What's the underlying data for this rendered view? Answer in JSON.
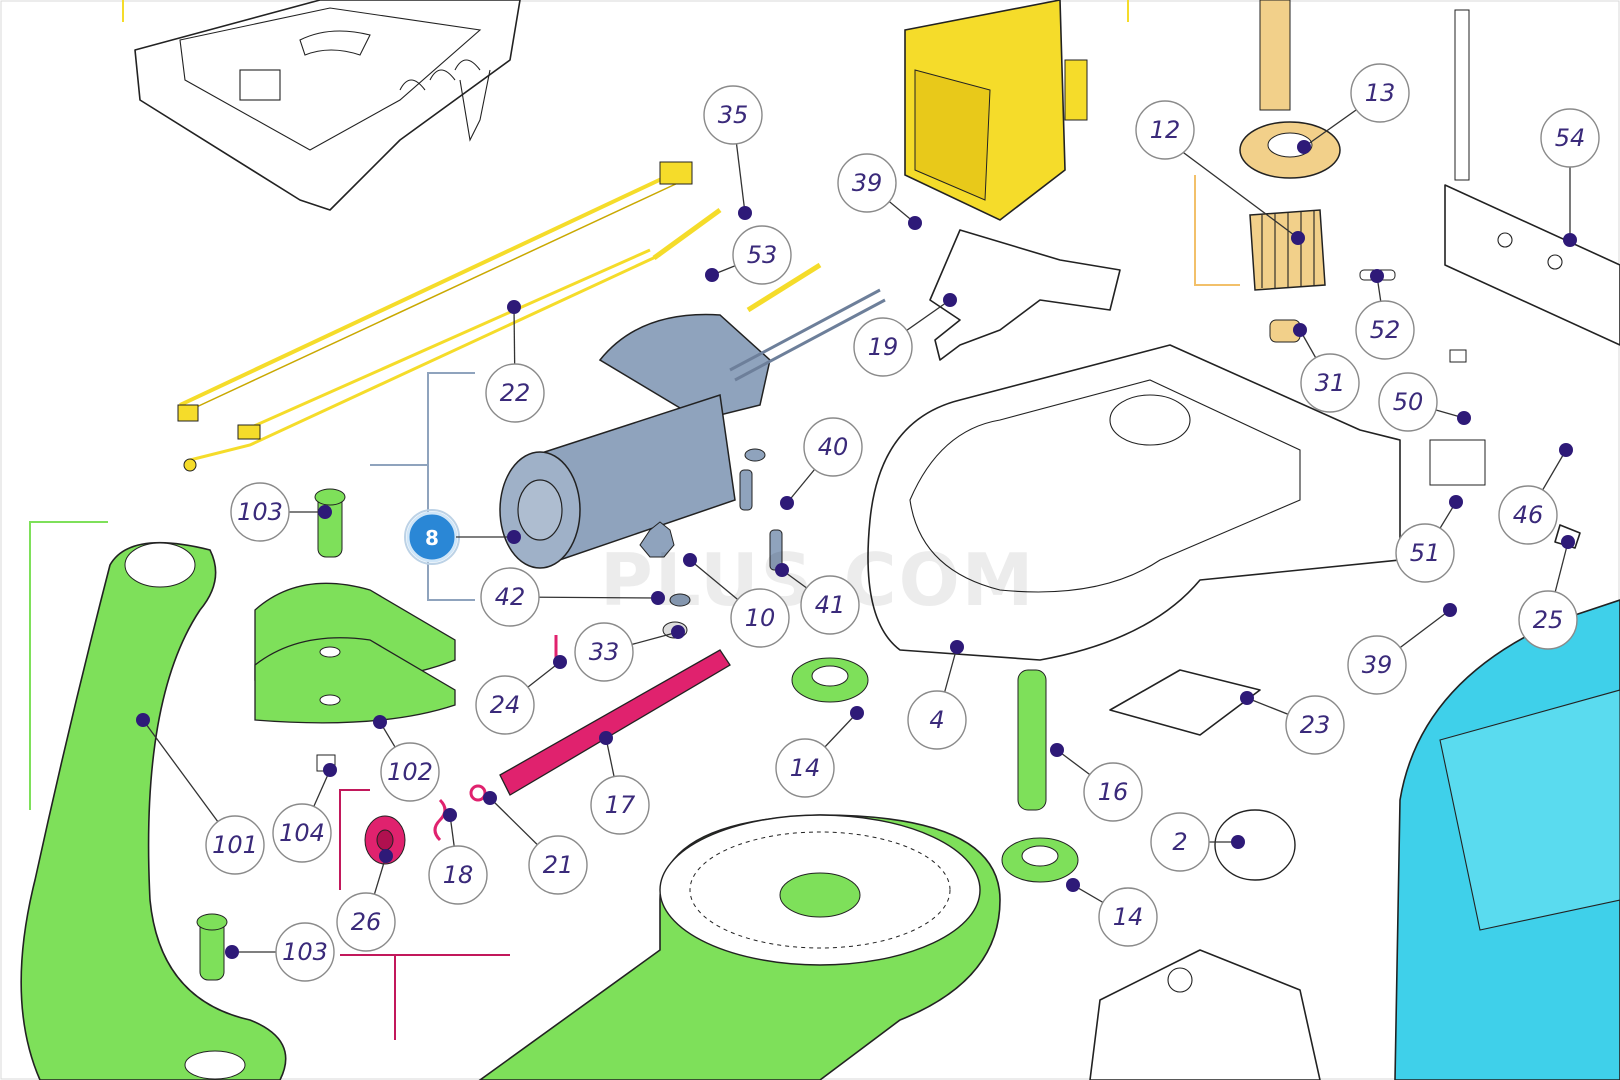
{
  "diagram": {
    "watermark": "PLUS.COM",
    "colors": {
      "motor": "#8fa3bd",
      "transformer": "#f5dc2a",
      "pinion_bronze": "#f2d08a",
      "green_parts": "#7ee05a",
      "red_parts": "#e0226e",
      "cyan_cover": "#3fd0ea",
      "callout_text": "#3a2a7a",
      "dot": "#2e1a78",
      "highlight_badge": "#2a87d6"
    },
    "callouts": [
      {
        "id": "c35",
        "label": "35"
      },
      {
        "id": "c53",
        "label": "53"
      },
      {
        "id": "c22",
        "label": "22"
      },
      {
        "id": "c39a",
        "label": "39"
      },
      {
        "id": "c19",
        "label": "19"
      },
      {
        "id": "c12",
        "label": "12"
      },
      {
        "id": "c13",
        "label": "13"
      },
      {
        "id": "c54",
        "label": "54"
      },
      {
        "id": "c52",
        "label": "52"
      },
      {
        "id": "c31",
        "label": "31"
      },
      {
        "id": "c50",
        "label": "50"
      },
      {
        "id": "c46",
        "label": "46"
      },
      {
        "id": "c51",
        "label": "51"
      },
      {
        "id": "c25",
        "label": "25"
      },
      {
        "id": "c39b",
        "label": "39"
      },
      {
        "id": "c40",
        "label": "40"
      },
      {
        "id": "c41",
        "label": "41"
      },
      {
        "id": "c10",
        "label": "10"
      },
      {
        "id": "c42",
        "label": "42"
      },
      {
        "id": "c103a",
        "label": "103"
      },
      {
        "id": "c33",
        "label": "33"
      },
      {
        "id": "c24",
        "label": "24"
      },
      {
        "id": "c4",
        "label": "4"
      },
      {
        "id": "c23",
        "label": "23"
      },
      {
        "id": "c14a",
        "label": "14"
      },
      {
        "id": "c17",
        "label": "17"
      },
      {
        "id": "c16",
        "label": "16"
      },
      {
        "id": "c102",
        "label": "102"
      },
      {
        "id": "c101",
        "label": "101"
      },
      {
        "id": "c104",
        "label": "104"
      },
      {
        "id": "c18",
        "label": "18"
      },
      {
        "id": "c21",
        "label": "21"
      },
      {
        "id": "c26",
        "label": "26"
      },
      {
        "id": "c2",
        "label": "2"
      },
      {
        "id": "c14b",
        "label": "14"
      },
      {
        "id": "c103b",
        "label": "103"
      }
    ],
    "highlight_badge": {
      "label": "8"
    }
  }
}
